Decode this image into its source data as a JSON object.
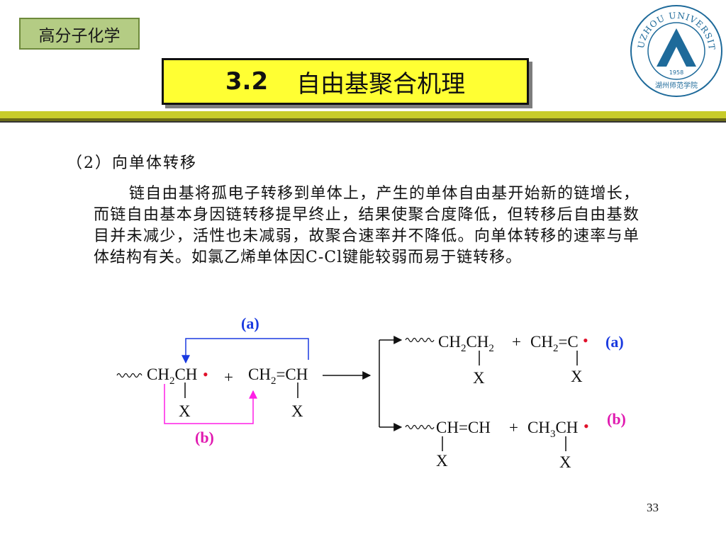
{
  "header": {
    "course_tag": "高分子化学",
    "title_number": "3.2",
    "title_text": "自由基聚合机理"
  },
  "logo": {
    "arc_text": "HUZHOU UNIVERSITY",
    "year": "1958",
    "motto": "湖州师范学院",
    "color": "#1e6a9a"
  },
  "section": {
    "heading": "（2）向单体转移",
    "paragraph": "链自由基将孤电子转移到单体上，产生的单体自由基开始新的链增长，而链自由基本身因链转移提早终止，结果使聚合度降低，但转移后自由基数目并未减少，活性也未减弱，故聚合速率并不降低。向单体转移的速率与单体结构有关。如氯乙烯单体因C-Cl键能较弱而易于链转移。"
  },
  "diagram": {
    "radical_dot": "•",
    "x_label": "X",
    "plus": "+",
    "label_a": "(a)",
    "label_b": "(b)",
    "reactant_radical": [
      "CH",
      "2",
      "CH"
    ],
    "reactant_monomer": [
      "CH",
      "2",
      "=CH"
    ],
    "product_a_polymer": [
      "CH",
      "2",
      "CH",
      "2"
    ],
    "product_a_radical": [
      "CH",
      "2",
      "=C"
    ],
    "product_b_polymer": "CH=CH",
    "product_b_radical": [
      "CH",
      "3",
      "CH"
    ],
    "colors": {
      "blue": "#1a3ae0",
      "magenta": "#ff1ee6",
      "red": "#e0102a"
    }
  },
  "footer": {
    "page_number": "33"
  }
}
